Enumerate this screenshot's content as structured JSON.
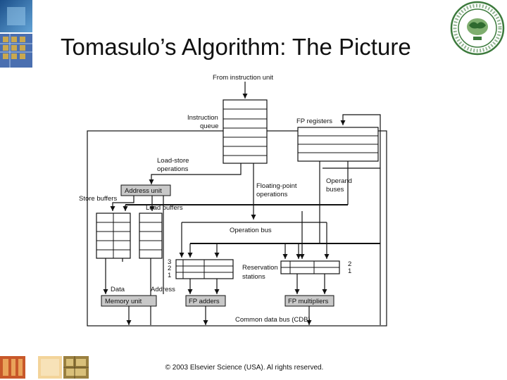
{
  "slide": {
    "title": "Tomasulo’s Algorithm: The Picture",
    "copyright": "© 2003 Elsevier Science (USA). Al rights reserved."
  },
  "diagram": {
    "labels": {
      "from_instruction_unit": "From instruction unit",
      "instruction_queue_1": "Instruction",
      "instruction_queue_2": "queue",
      "fp_registers": "FP registers",
      "load_store_ops_1": "Load-store",
      "load_store_ops_2": "operations",
      "address_unit": "Address unit",
      "store_buffers": "Store buffers",
      "load_buffers": "Load buffers",
      "fp_ops_1": "Floating-point",
      "fp_ops_2": "operations",
      "operand_buses_1": "Operand",
      "operand_buses_2": "buses",
      "operation_bus": "Operation bus",
      "rs_num_3": "3",
      "rs_num_2": "2",
      "rs_num_1": "1",
      "reservation_stations_1": "Reservation",
      "reservation_stations_2": "stations",
      "mult_rs_num_2": "2",
      "mult_rs_num_1": "1",
      "data": "Data",
      "address": "Address",
      "memory_unit": "Memory unit",
      "fp_adders": "FP adders",
      "fp_multipliers": "FP multipliers",
      "cdb": "Common data bus (CDB)"
    },
    "colors": {
      "unit_box_fill": "#c8c8c8",
      "line": "#111111"
    }
  }
}
